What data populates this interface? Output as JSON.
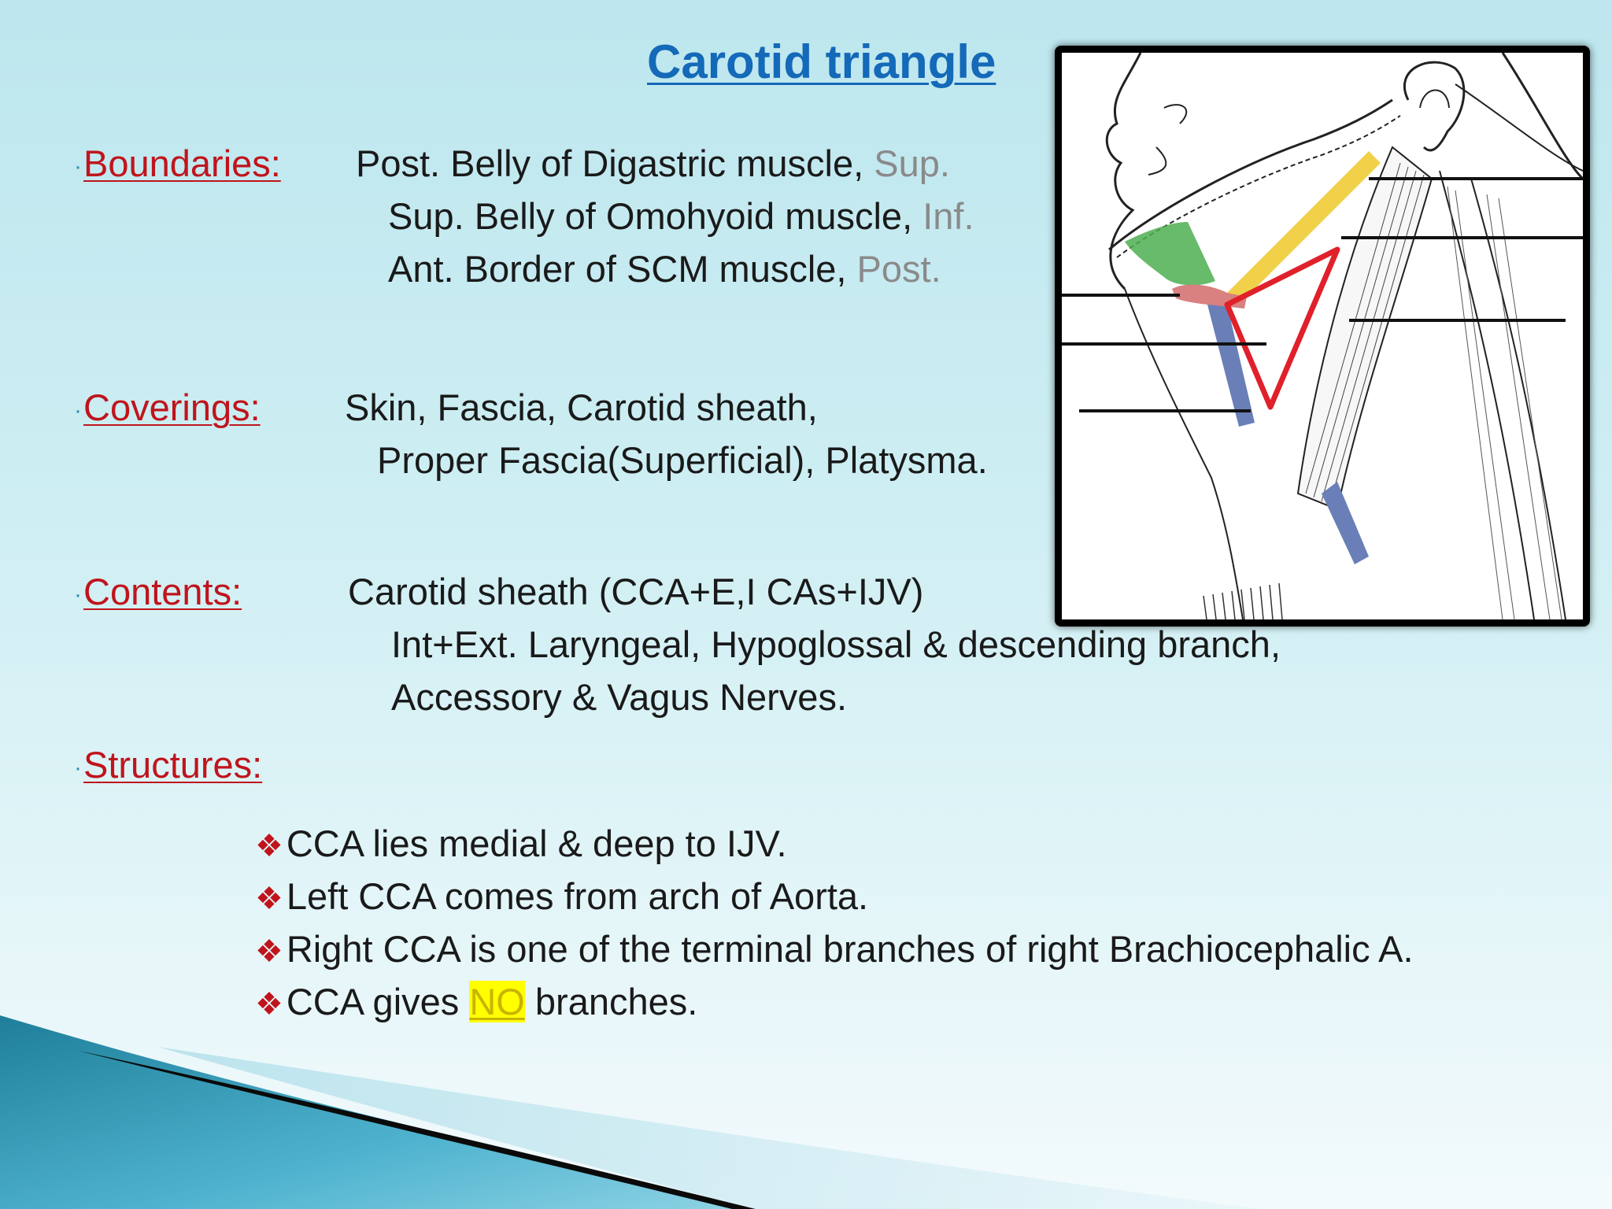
{
  "slide": {
    "title": "Carotid triangle",
    "sections": {
      "boundaries": {
        "label": "Boundaries:",
        "lines": [
          {
            "text": "Post. Belly of Digastric muscle, ",
            "tag": "Sup."
          },
          {
            "text": "Sup. Belly of Omohyoid muscle, ",
            "tag": "Inf."
          },
          {
            "text": "Ant. Border of SCM muscle, ",
            "tag": "Post."
          }
        ]
      },
      "coverings": {
        "label": "Coverings:",
        "lines": [
          "Skin, Fascia, Carotid sheath,",
          "Proper Fascia(Superficial), Platysma."
        ]
      },
      "contents": {
        "label": "Contents:",
        "lines": [
          "Carotid sheath (CCA+E,I CAs+IJV)",
          "Int+Ext. Laryngeal, Hypoglossal & descending branch,",
          "Accessory & Vagus Nerves."
        ]
      },
      "structures": {
        "label": "Structures:",
        "bullets": [
          "CCA lies medial & deep to IJV.",
          "Left CCA comes from arch of Aorta.",
          "Right CCA is one of the terminal branches of right Brachiocephalic A."
        ],
        "last_bullet": {
          "before": "CCA gives ",
          "highlight": "NO",
          "after": " branches."
        }
      }
    },
    "bullet_symbol": "❖",
    "section_dot": "·"
  },
  "figure": {
    "icon": "neck-anatomy-illustration"
  },
  "colors": {
    "title": "#1469b8",
    "label": "#c0141c",
    "tag_gray": "#8a8a8a",
    "highlight": "#ffff00",
    "triangle": "#e0202a",
    "digastric_green": "#4caf50",
    "omohyoid_yellow": "#f2d14a",
    "vein_blue": "#6a7fb8",
    "artery_pink": "#d98080"
  }
}
